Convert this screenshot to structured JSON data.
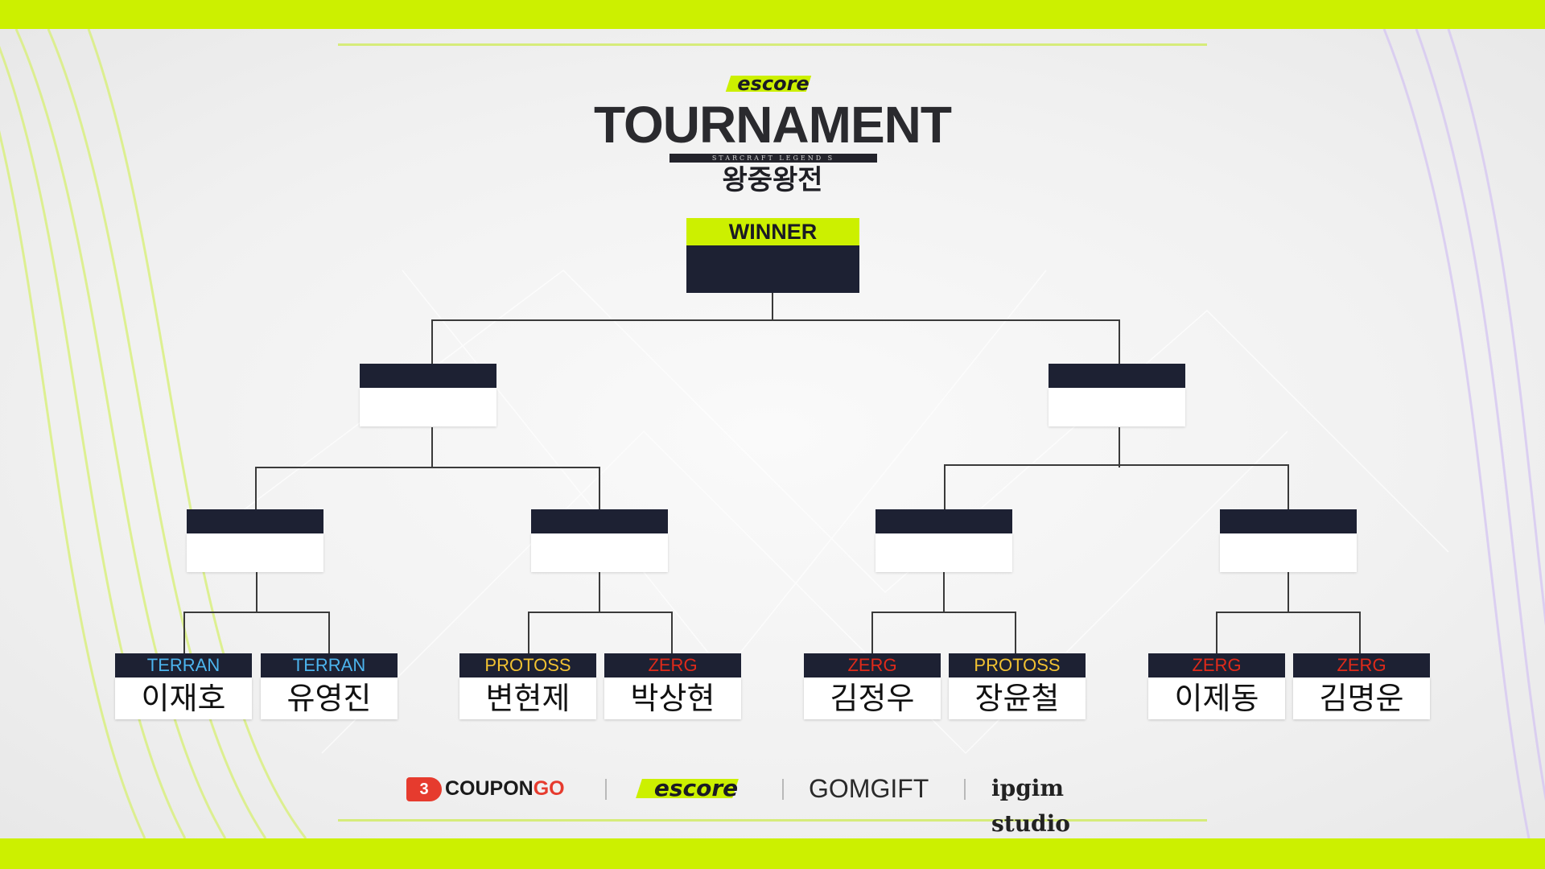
{
  "header": {
    "brand_logo": "escore",
    "title": "TOURNAMENT",
    "subtitle_banner": "STARCRAFT LEGEND S",
    "korean_title": "왕중왕전"
  },
  "bracket": {
    "winner_label": "WINNER",
    "players": [
      {
        "race": "TERRAN",
        "name": "이재호",
        "race_color": "#4cb4ee"
      },
      {
        "race": "TERRAN",
        "name": "유영진",
        "race_color": "#4cb4ee"
      },
      {
        "race": "PROTOSS",
        "name": "변현제",
        "race_color": "#f1c232"
      },
      {
        "race": "ZERG",
        "name": "박상현",
        "race_color": "#e02a1a"
      },
      {
        "race": "ZERG",
        "name": "김정우",
        "race_color": "#e02a1a"
      },
      {
        "race": "PROTOSS",
        "name": "장윤철",
        "race_color": "#f1c232"
      },
      {
        "race": "ZERG",
        "name": "이제동",
        "race_color": "#e02a1a"
      },
      {
        "race": "ZERG",
        "name": "김명운",
        "race_color": "#e02a1a"
      }
    ]
  },
  "sponsors": {
    "coupongo_icon": "3",
    "coupongo_main": "COUPON",
    "coupongo_suffix": "GO",
    "escore": "escore",
    "gomgift": "GOMGIFT",
    "ipgim": "ipgim studio"
  },
  "colors": {
    "accent": "#ccf000",
    "navy": "#1d2133",
    "terran": "#4cb4ee",
    "protoss": "#f1c232",
    "zerg": "#e02a1a"
  }
}
